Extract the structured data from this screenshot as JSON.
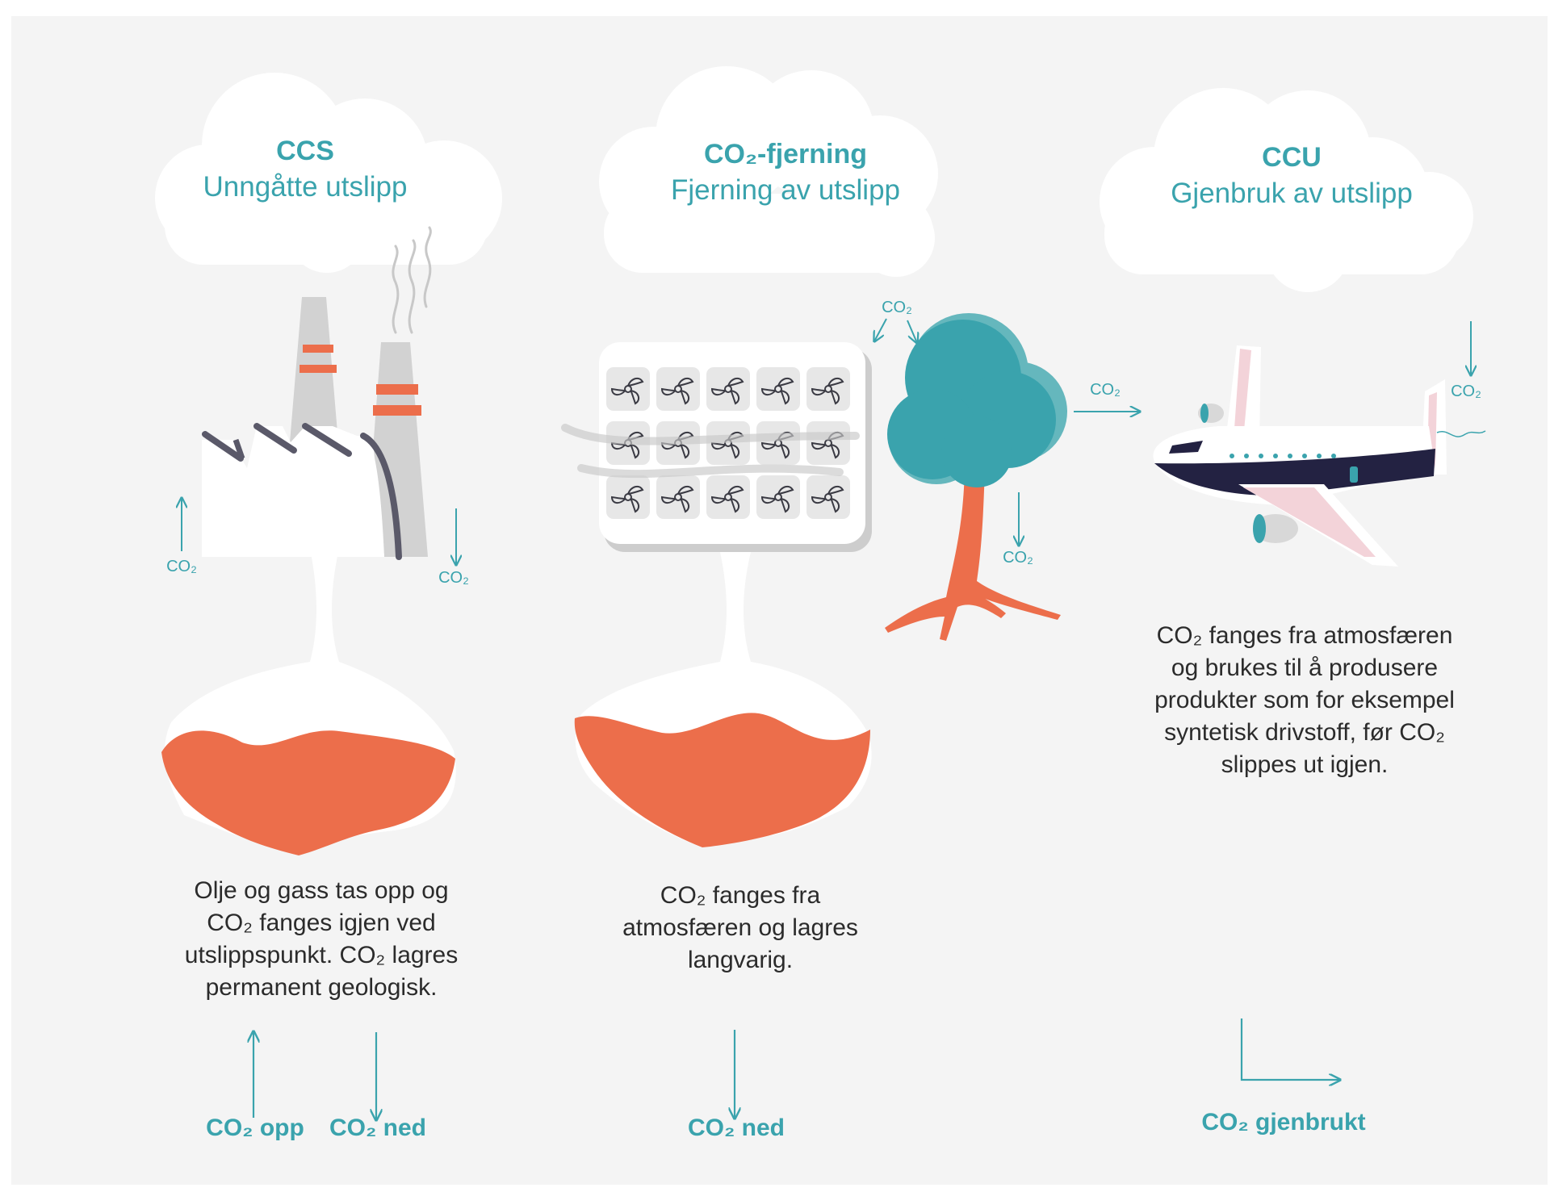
{
  "columns": [
    {
      "title": "CCS",
      "subtitle": "Unngåtte utslipp",
      "description": [
        "Olje og gass tas opp og",
        "CO₂ fanges igjen ved",
        "utslippspunkt. CO₂ lagres",
        "permanent geologisk."
      ],
      "bottom_labels": [
        "CO₂ opp",
        "CO₂ ned"
      ]
    },
    {
      "title": "CO₂-fjerning",
      "subtitle": "Fjerning av utslipp",
      "description": [
        "CO₂ fanges fra",
        "atmosfæren og lagres",
        "langvarig."
      ],
      "bottom_labels": [
        "CO₂ ned"
      ]
    },
    {
      "title": "CCU",
      "subtitle": "Gjenbruk av utslipp",
      "description": [
        "CO₂ fanges fra atmosfæren",
        "og brukes til å produsere",
        "produkter som for eksempel",
        "syntetisk drivstoff, før CO₂",
        "slippes ut igjen."
      ],
      "bottom_labels": [
        "CO₂ gjenbrukt"
      ]
    }
  ],
  "small_labels": {
    "factory_up": "CO₂",
    "factory_down": "CO₂",
    "tree_top": "CO₂",
    "tree_down": "CO₂",
    "plane_in": "CO₂",
    "plane_down": "CO₂"
  },
  "colors": {
    "teal": "#3aa3ad",
    "orange": "#ec6e4b",
    "navy": "#232242",
    "background": "#f4f4f4",
    "cloud": "#ffffff"
  }
}
